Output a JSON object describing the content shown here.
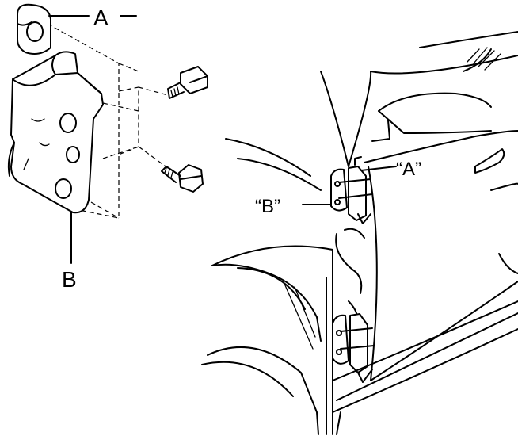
{
  "labels": {
    "part_a": "A",
    "part_b": "B",
    "callout_a": "“A”",
    "callout_b": "“B”"
  }
}
